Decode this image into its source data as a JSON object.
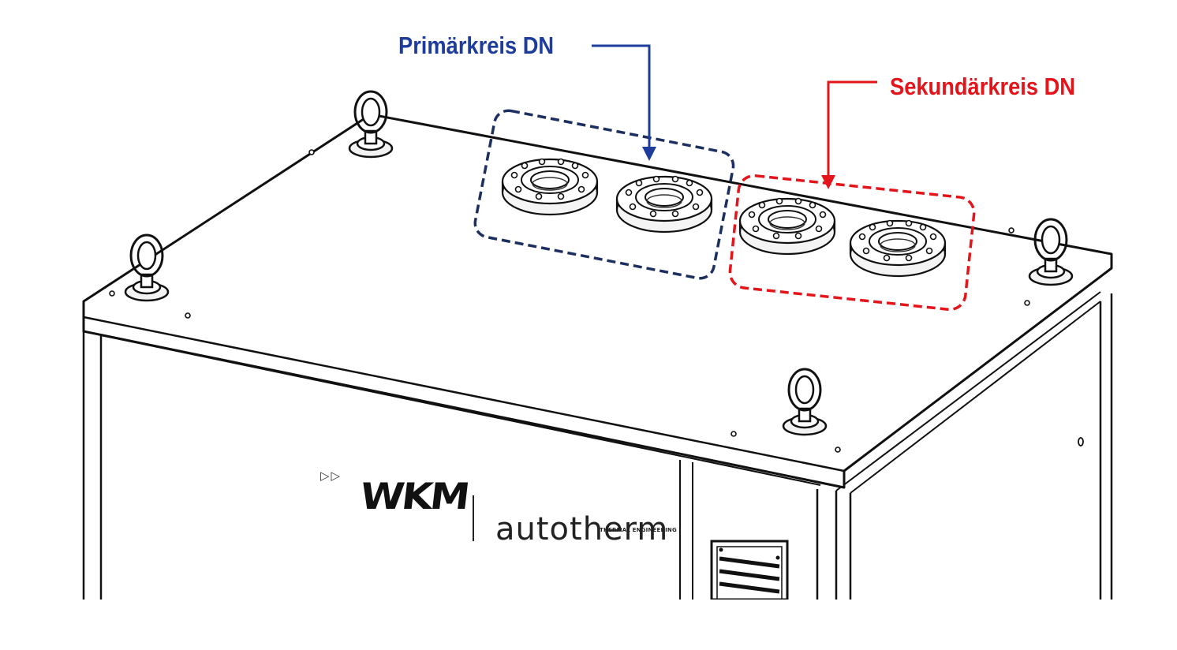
{
  "callouts": {
    "primary": {
      "label": "Primärkreis DN",
      "color": "#1d3c9b",
      "frame_color": "#1c2f5e"
    },
    "secondary": {
      "label": "Sekundärkreis DN",
      "color": "#e4141b",
      "frame_color": "#e4141b"
    }
  },
  "branding": {
    "marks": "▷▷",
    "wkm": "WKM",
    "autotherm": "autotherm",
    "autotherm_tagline": "THERMAL ENGINEERING"
  },
  "icons": [
    "eye-bolt-icon",
    "flange-icon",
    "vent-grille-icon"
  ]
}
